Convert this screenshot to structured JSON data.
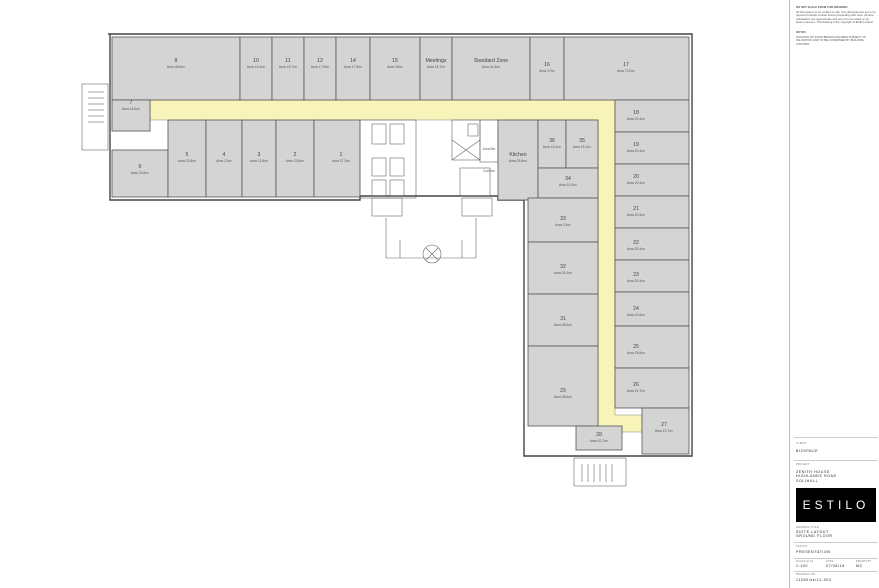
{
  "rooms": [
    {
      "id": "r8",
      "num": "8",
      "area": "Area 48.6m²"
    },
    {
      "id": "r10",
      "num": "10",
      "area": "Area 16.3m²"
    },
    {
      "id": "r11",
      "num": "11",
      "area": "Area 16.7m²"
    },
    {
      "id": "r12",
      "num": "12",
      "area": "Area 17.6m²"
    },
    {
      "id": "r14",
      "num": "14",
      "area": "Area 17.6m²"
    },
    {
      "id": "r15",
      "num": "15",
      "area": "Area 30m²"
    },
    {
      "id": "rmeet",
      "num": "Meetings",
      "area": "Area 18.7m²"
    },
    {
      "id": "rstd",
      "num": "Standard Zone",
      "area": "Area 42.4m²"
    },
    {
      "id": "r16",
      "num": "16",
      "area": "Area 17m²"
    },
    {
      "id": "r17",
      "num": "17",
      "area": "Area 73.0m²"
    },
    {
      "id": "r7",
      "num": "7",
      "area": "Area 16.6m²"
    },
    {
      "id": "r6",
      "num": "6",
      "area": "Area 33.6m²"
    },
    {
      "id": "r5",
      "num": "5",
      "area": "Area 23.6m²"
    },
    {
      "id": "r4",
      "num": "4",
      "area": "Area 22m²"
    },
    {
      "id": "r3",
      "num": "3",
      "area": "Area 12.6m²"
    },
    {
      "id": "r2",
      "num": "2",
      "area": "Area 23.6m²"
    },
    {
      "id": "r1",
      "num": "1",
      "area": "Area 27.3m²"
    },
    {
      "id": "rkit",
      "num": "Kitchen",
      "area": "Area 25.6m²"
    },
    {
      "id": "r36",
      "num": "36",
      "area": "Area 15.1m²"
    },
    {
      "id": "r35",
      "num": "35",
      "area": "Area 15.1m²"
    },
    {
      "id": "r34",
      "num": "34",
      "area": "Area 16.3m²"
    },
    {
      "id": "r33",
      "num": "33",
      "area": "Area 23m²"
    },
    {
      "id": "r32",
      "num": "32",
      "area": "Area 28.1m²"
    },
    {
      "id": "r31",
      "num": "31",
      "area": "Area 28.6m²"
    },
    {
      "id": "r29",
      "num": "29",
      "area": "Area 38.6m²"
    },
    {
      "id": "r28",
      "num": "28",
      "area": "Area 10.7m²"
    },
    {
      "id": "r18",
      "num": "18",
      "area": "Area 20.4m²"
    },
    {
      "id": "r19",
      "num": "19",
      "area": "Area 20.4m²"
    },
    {
      "id": "r20",
      "num": "20",
      "area": "Area 20.4m²"
    },
    {
      "id": "r21",
      "num": "21",
      "area": "Area 20.4m²"
    },
    {
      "id": "r22",
      "num": "22",
      "area": "Area 20.4m²"
    },
    {
      "id": "r23",
      "num": "23",
      "area": "Area 20.4m²"
    },
    {
      "id": "r24",
      "num": "24",
      "area": "Area 20.6m²"
    },
    {
      "id": "r25",
      "num": "25",
      "area": "Area 28.6m²"
    },
    {
      "id": "r26",
      "num": "26",
      "area": "Area 21.7m²"
    },
    {
      "id": "r27",
      "num": "27",
      "area": "Area 10.7m²"
    }
  ],
  "lift": {
    "label": "Area Bin"
  },
  "lift_sub": {
    "label": "Corridor"
  },
  "titleblock": {
    "notes_head": "DO NOT SCALE FROM THIS DRAWING",
    "notes": "All dimensions to be verified on site. Any discrepancies are to be reported to Estilo Limited before proceeding with work. All area calculations are approximate and are not to be relied on for lease purposes. This drawing is the copyright of Estilo Limited.",
    "notes2_head": "NOTES",
    "notes2": "POSITION OF ROOF BEAMS ASSUMED SUBJECT TO VALIDATION AND TO BE CONFIRMED BY BUILDING CONTROL",
    "client_label": "CLIENT",
    "client": "BIZSPACE",
    "project_label": "PROJECT",
    "project": "ZENITH HOUSE\nHIGHLANDS ROAD\nSOLIHULL",
    "logo": "ESTILO",
    "title_label": "DRAWING TITLE",
    "title": "SUITE LAYOUT\nGROUND FLOOR",
    "status_label": "STATUS",
    "status": "PRESENTATION",
    "scale_label": "SCALE @ A1",
    "scale": "1:100",
    "date_label": "DATE",
    "date": "07/08/18",
    "drawn_label": "DRAWN BY",
    "drawn": "MC",
    "dwg_label": "DRAWING NO.",
    "dwg": "11080/sk/12-003"
  }
}
